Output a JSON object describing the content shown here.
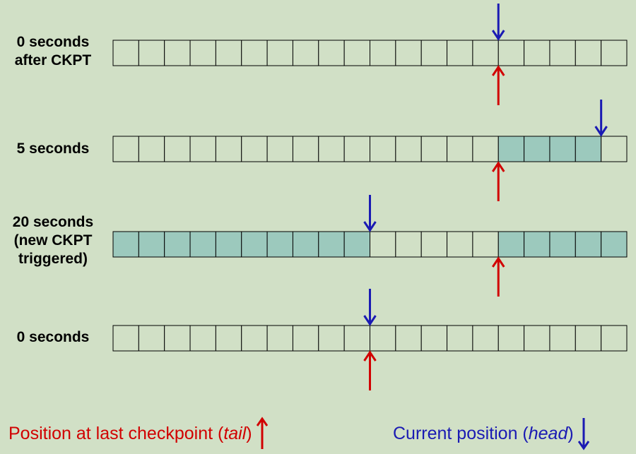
{
  "colors": {
    "background": "#d1e0c6",
    "filled_cell": "#9cc9bd",
    "empty_cell": "#d1e0c6",
    "cell_border": "#000000",
    "tail_arrow": "#d10000",
    "head_arrow": "#1a1ab3"
  },
  "cell_count": 20,
  "rows": [
    {
      "label_lines": [
        "0 seconds",
        "after CKPT"
      ],
      "filled_ranges": [],
      "head_index": 15,
      "tail_index": 15
    },
    {
      "label_lines": [
        "5 seconds"
      ],
      "filled_ranges": [
        [
          15,
          18
        ]
      ],
      "head_index": 19,
      "tail_index": 15
    },
    {
      "label_lines": [
        "20 seconds",
        "(new CKPT",
        "triggered)"
      ],
      "filled_ranges": [
        [
          0,
          9
        ],
        [
          15,
          19
        ]
      ],
      "head_index": 10,
      "tail_index": 15
    },
    {
      "label_lines": [
        "0 seconds"
      ],
      "filled_ranges": [],
      "head_index": 10,
      "tail_index": 10
    }
  ],
  "legend": {
    "tail": {
      "text": "Position at last checkpoint (",
      "em": "tail",
      "close": ")",
      "icon": "red-up-arrow-icon"
    },
    "head": {
      "text": "Current position (",
      "em": "head",
      "close": ")",
      "icon": "blue-down-arrow-icon"
    }
  }
}
